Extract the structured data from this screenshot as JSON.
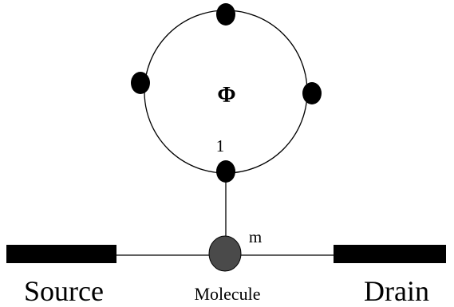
{
  "ring": {
    "flux_symbol": "Φ",
    "site_label": "1"
  },
  "molecule": {
    "site_label": "m",
    "caption": "Molecule"
  },
  "source": {
    "label": "Source"
  },
  "drain": {
    "label": "Drain"
  }
}
